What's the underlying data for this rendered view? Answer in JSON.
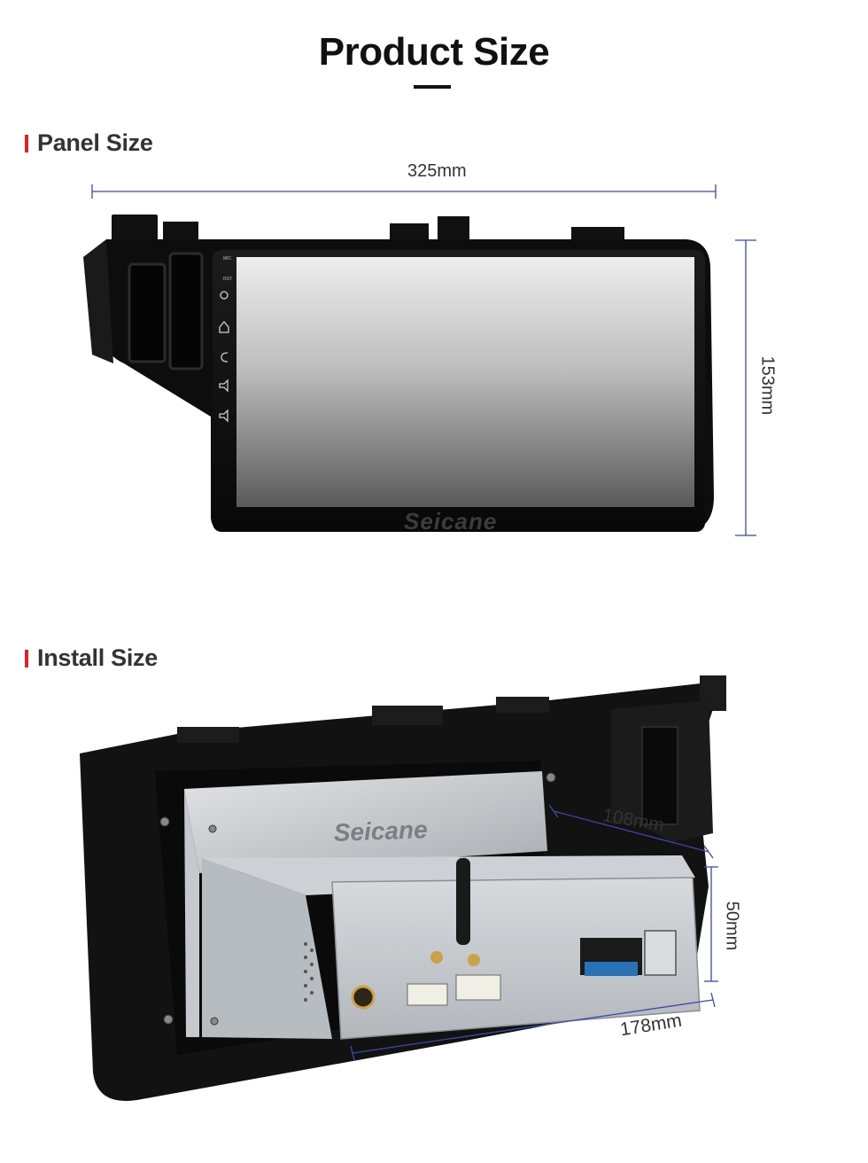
{
  "header": {
    "title": "Product Size"
  },
  "panel_section": {
    "label": "Panel Size",
    "width_label": "325mm",
    "height_label": "153mm",
    "brand": "Seicane",
    "buttons": [
      "MIC",
      "RST"
    ]
  },
  "install_section": {
    "label": "Install Size",
    "depth_label": "108mm",
    "height_label": "50mm",
    "width_label": "178mm",
    "brand": "Seicane"
  },
  "colors": {
    "accent": "#d8262c",
    "dim_line": "#3b4aa8"
  }
}
